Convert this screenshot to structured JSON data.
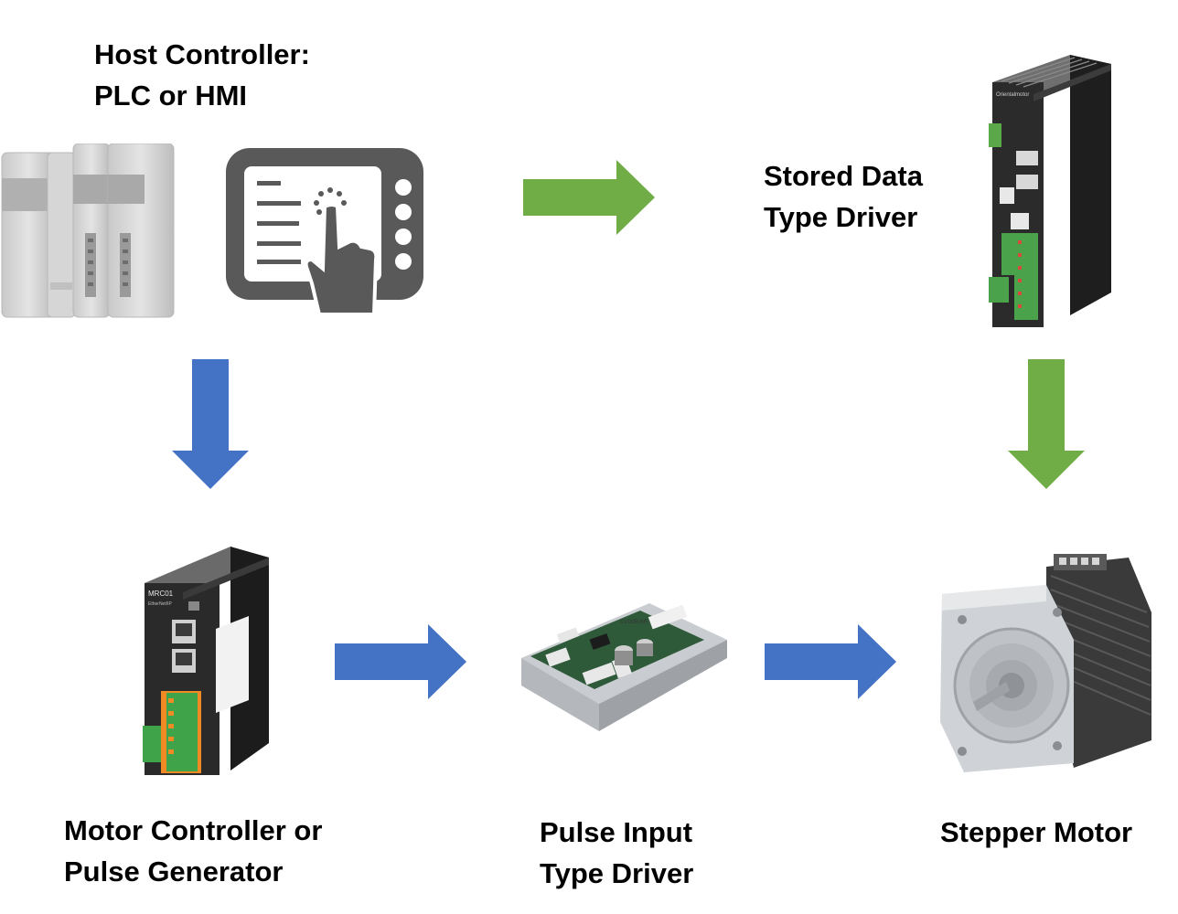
{
  "labels": {
    "host_line1": "Host Controller:",
    "host_line2": "PLC or HMI",
    "stored_line1": "Stored Data",
    "stored_line2": "Type Driver",
    "controller_line1": "Motor Controller or",
    "controller_line2": "Pulse Generator",
    "pulse_line1": "Pulse Input",
    "pulse_line2": "Type Driver",
    "motor_line1": "Stepper Motor"
  },
  "device_text": {
    "stored_driver_brand": "Orientalmotor",
    "controller_model": "MRC01",
    "controller_sub": "EtherNet/IP",
    "pulse_driver_model": "CVD2B-KR"
  },
  "colors": {
    "green_arrow": "#70AD47",
    "blue_arrow": "#4472C4",
    "hmi_gray": "#595959"
  },
  "icons": {
    "plc": "plc-rack-icon",
    "hmi": "hmi-touch-icon"
  }
}
